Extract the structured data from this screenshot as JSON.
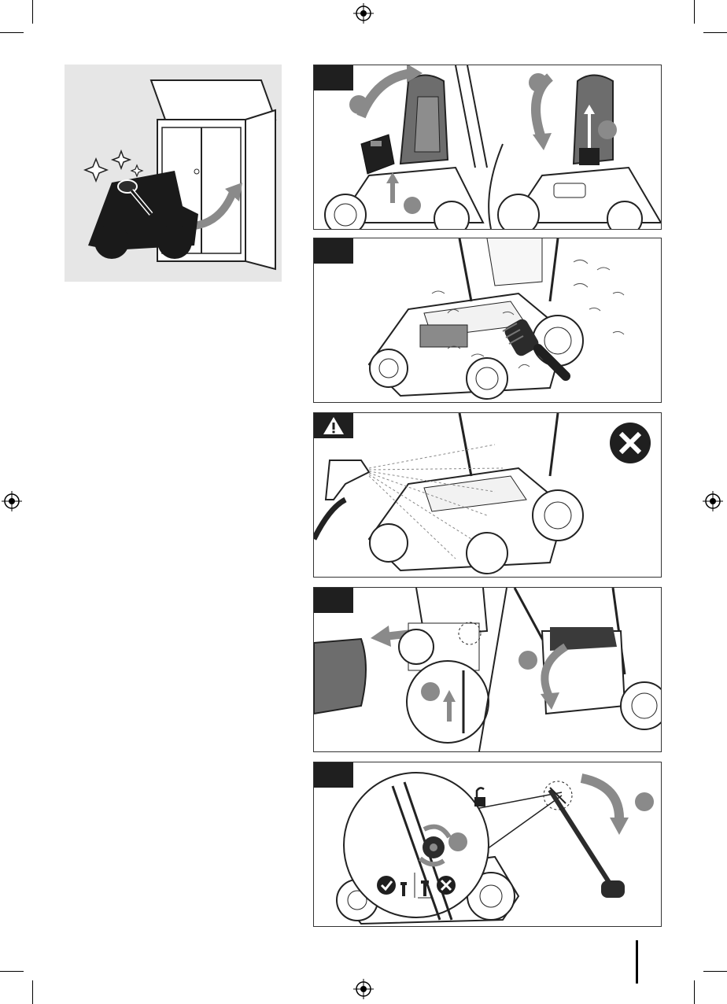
{
  "page": {
    "page_number": ""
  },
  "panels": [
    {
      "id": "battery-removal",
      "tag": ""
    },
    {
      "id": "cleaning-brush",
      "tag": ""
    },
    {
      "id": "no-water-warning",
      "tag": ""
    },
    {
      "id": "grass-bag-removal",
      "tag": ""
    },
    {
      "id": "handle-folding",
      "tag": ""
    }
  ],
  "icons": {
    "storage": "cabinet-storage-illustration",
    "warning": "warning-triangle-icon",
    "prohibited": "prohibited-x-icon",
    "unlock": "unlocked-padlock-icon",
    "ok": "check-circle-icon",
    "not_ok": "x-circle-icon",
    "register": "registration-mark-icon"
  },
  "colors": {
    "ink": "#1f1f1f",
    "arrow_gray": "#8a8a8a",
    "panel_bg": "#e6e6e6",
    "mower_dark": "#2b2b2b"
  }
}
